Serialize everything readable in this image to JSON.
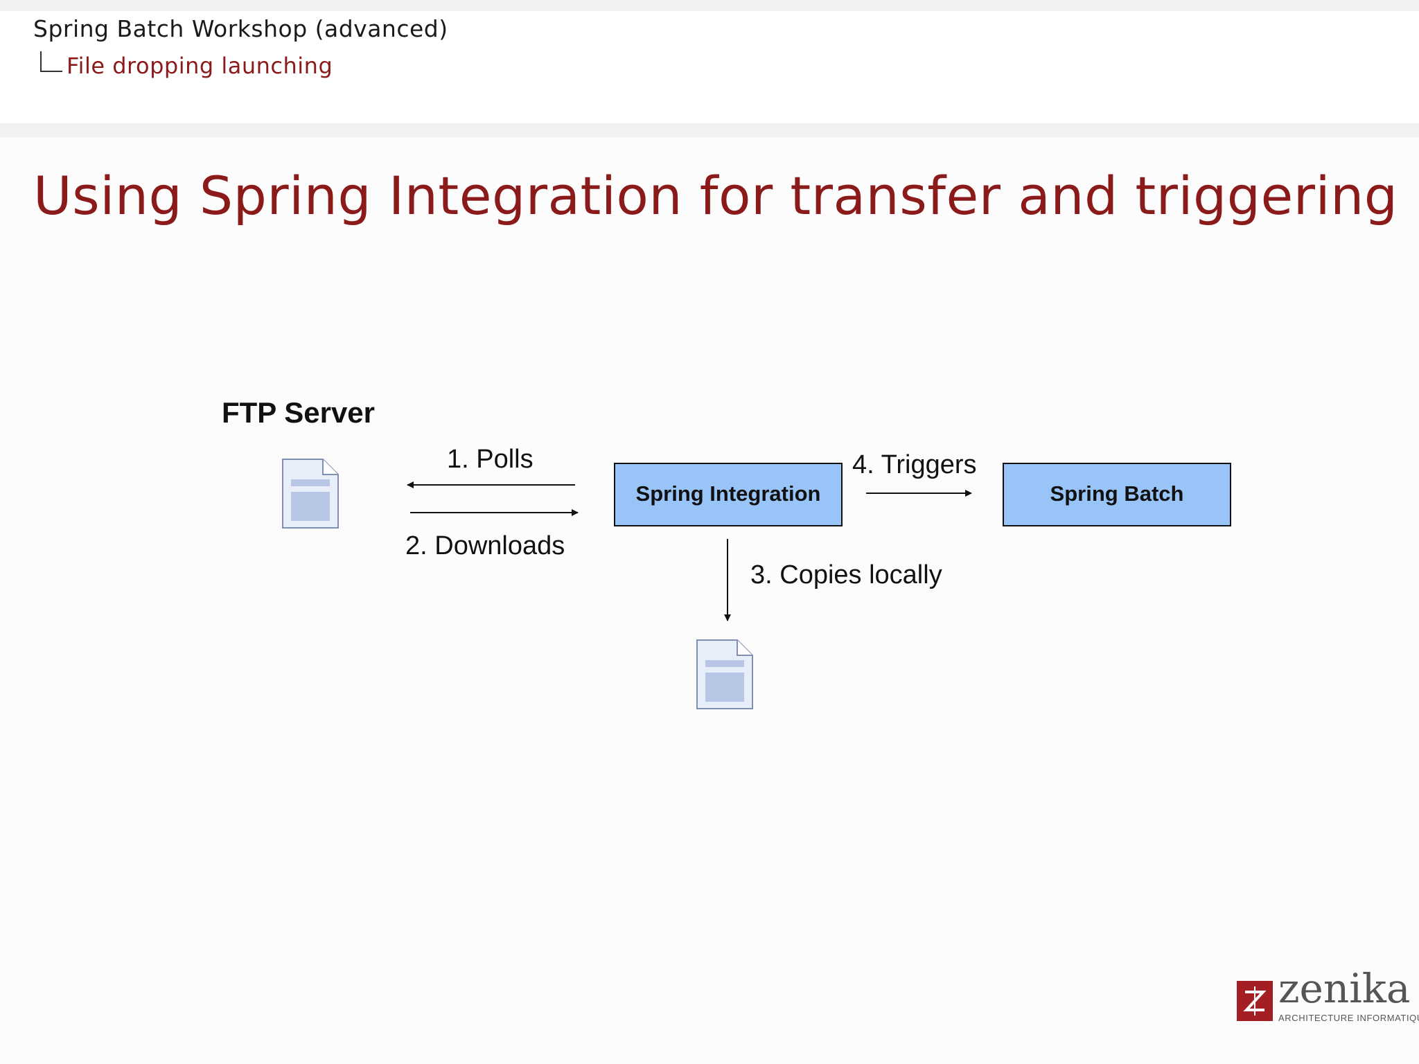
{
  "header": {
    "breadcrumb_main": "Spring Batch Workshop (advanced)",
    "breadcrumb_sub": "File dropping launching"
  },
  "slide": {
    "title": "Using Spring Integration for transfer and triggering"
  },
  "diagram": {
    "ftp_server_label": "FTP Server",
    "spring_integration_label": "Spring Integration",
    "spring_batch_label": "Spring Batch",
    "step_polls": "1. Polls",
    "step_downloads": "2. Downloads",
    "step_copies": "3. Copies locally",
    "step_triggers": "4. Triggers",
    "colors": {
      "box_fill": "#99c4f8",
      "box_stroke": "#111111",
      "doc_fill": "#e8eef9",
      "doc_inner": "#b8c6e6"
    }
  },
  "logo": {
    "name": "zenika",
    "tagline": "ARCHITECTURE INFORMATIQUE",
    "color": "#a31f24"
  },
  "colors": {
    "title": "#8b1a1a",
    "band": "#f1f1f1"
  }
}
